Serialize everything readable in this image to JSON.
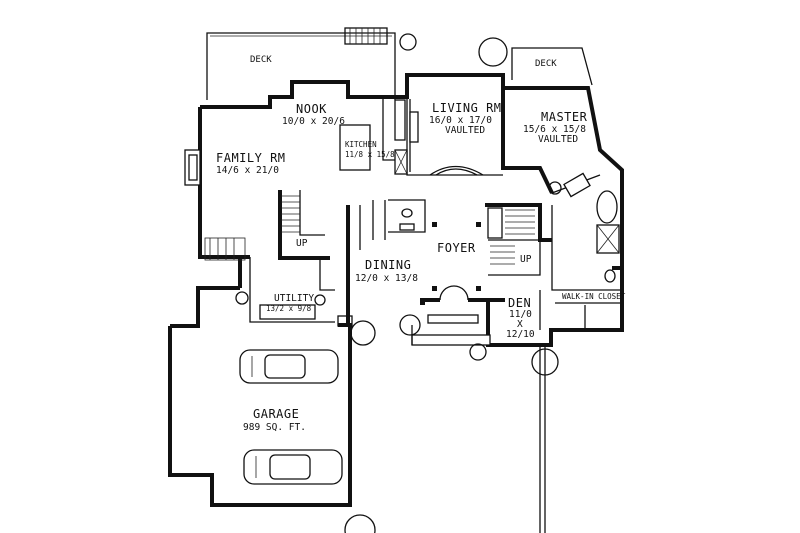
{
  "rooms": {
    "deck_main": {
      "name": "DECK"
    },
    "deck_master": {
      "name": "DECK"
    },
    "nook": {
      "name": "NOOK",
      "dims": "10/0 x 20/6"
    },
    "living": {
      "name": "LIVING RM",
      "dims": "16/0 x 17/0",
      "note": "VAULTED"
    },
    "master": {
      "name": "MASTER",
      "dims": "15/6 x 15/8",
      "note": "VAULTED"
    },
    "kitchen": {
      "name": "KITCHEN",
      "dims": "11/8 x 15/8"
    },
    "family": {
      "name": "FAMILY RM",
      "dims": "14/6 x 21/0"
    },
    "foyer": {
      "name": "FOYER"
    },
    "dining": {
      "name": "DINING",
      "dims": "12/0 x 13/8"
    },
    "utility": {
      "name": "UTILITY",
      "dims": "13/2 x 9/8"
    },
    "den": {
      "name": "DEN",
      "dims_line1": "11/0",
      "dims_x": "X",
      "dims_line2": "12/10"
    },
    "closet": {
      "name": "WALK-IN CLOSET"
    },
    "garage": {
      "name": "GARAGE",
      "dims": "989 SQ. FT."
    }
  },
  "stairs": {
    "up_left": "UP",
    "up_right": "UP"
  },
  "colors": {
    "ink": "#111111",
    "paper": "#ffffff"
  }
}
